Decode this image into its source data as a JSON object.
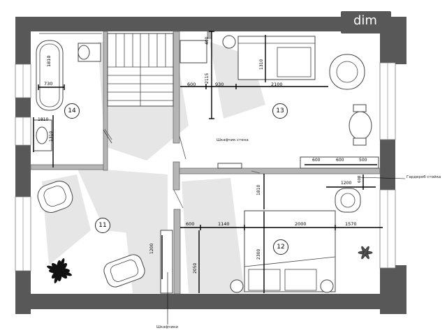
{
  "watermark": "dim",
  "rooms": [
    {
      "id": "14",
      "label": "14"
    },
    {
      "id": "13",
      "label": "13"
    },
    {
      "id": "11",
      "label": "11"
    },
    {
      "id": "12",
      "label": "12"
    }
  ],
  "labels": {
    "wardrobe_top": "Шкафчик стена",
    "wardrobe_right": "Гардероб стойка",
    "closet_bottom": "Шкафчики"
  },
  "dimensions": {
    "bath_730": "730",
    "bath_1810": "1810",
    "sink_1810": "1810",
    "d_400": "400",
    "d_1310": "1310",
    "d_2115": "2115",
    "d_600_top": "600",
    "d_930": "930",
    "d_2100": "2100",
    "d_600_a": "600",
    "d_600_b": "600",
    "d_500": "500",
    "d_1200": "1200",
    "d_600_c": "600",
    "d_1810": "1810",
    "d_600_mid": "600",
    "d_1140": "1140",
    "d_2000": "2000",
    "d_1570": "1570",
    "d_1200_left": "1200",
    "d_2050": "2050",
    "d_2300": "2300"
  },
  "colors": {
    "outer_wall": "#585858",
    "inner_wall": "#b5b5b5",
    "shadow": "#e6e6e6"
  }
}
